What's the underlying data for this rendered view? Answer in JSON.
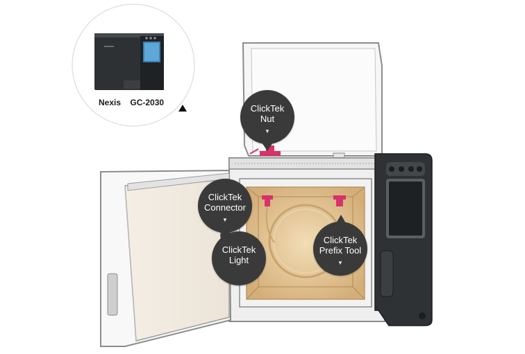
{
  "model": {
    "label": "Nexis GC-2030"
  },
  "callouts": {
    "nut": {
      "line1": "ClickTek",
      "line2": "Nut"
    },
    "connector": {
      "line1": "ClickTek",
      "line2": "Connector"
    },
    "light": {
      "line1": "ClickTek",
      "line2": "Light"
    },
    "prefix_tool": {
      "line1": "ClickTek",
      "line2": "Prefix Tool"
    }
  },
  "colors": {
    "callout_bg": "#3a3a3a",
    "oven_interior": "#d9b987",
    "fitting_accent": "#d6336c",
    "instrument_body": "#2f3234",
    "screen": "#1e2124"
  }
}
